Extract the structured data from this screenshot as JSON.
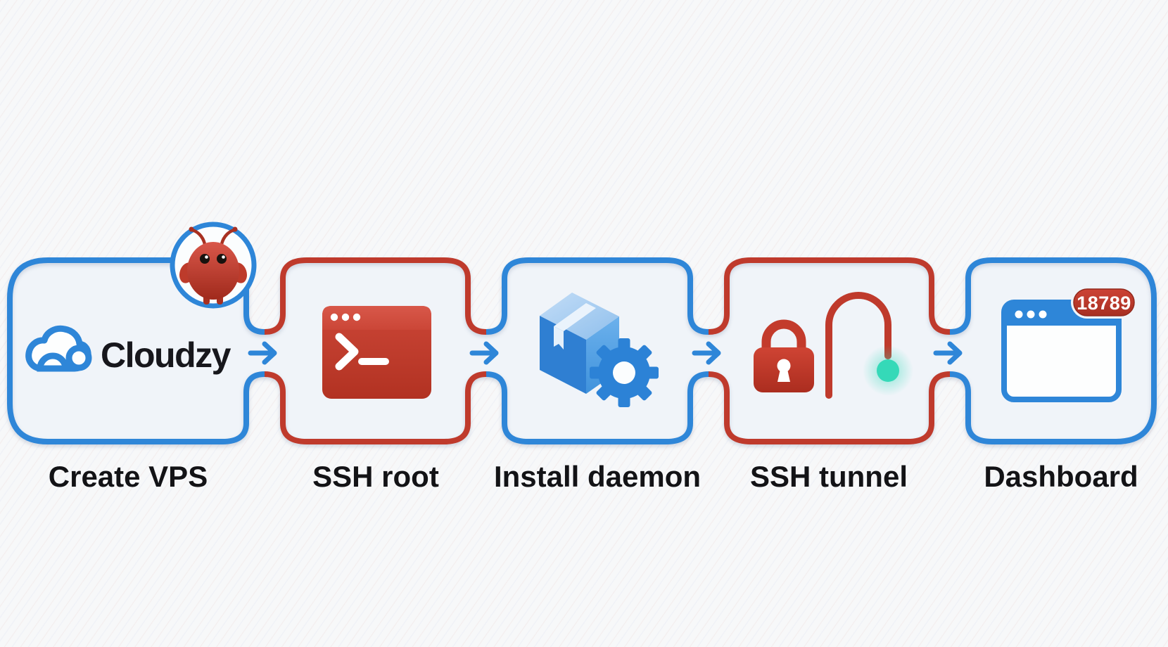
{
  "brand": {
    "name": "Cloudzy",
    "logo_icon": "cloud-logo-icon",
    "mascot_icon": "ladybug-mascot-icon"
  },
  "flow": {
    "steps": [
      {
        "label": "Create VPS",
        "icon": "cloudzy-logo",
        "border_color": "#2e86d8"
      },
      {
        "label": "SSH root",
        "icon": "terminal-icon",
        "border_color": "#bf3a2c"
      },
      {
        "label": "Install daemon",
        "icon": "package-gear-icon",
        "border_color": "#2e86d8"
      },
      {
        "label": "SSH tunnel",
        "icon": "lock-tunnel-icon",
        "border_color": "#bf3a2c"
      },
      {
        "label": "Dashboard",
        "icon": "browser-window-icon",
        "border_color": "#2e86d8",
        "port_badge": "18789"
      }
    ],
    "connector_icon": "arrow-right-icon"
  },
  "colors": {
    "blue": "#2e86d8",
    "red": "#bf3a2c",
    "teal": "#35d9b8",
    "pipe_fill": "#f0f4f9",
    "label_text": "#131316",
    "badge_text": "#ffffff"
  }
}
